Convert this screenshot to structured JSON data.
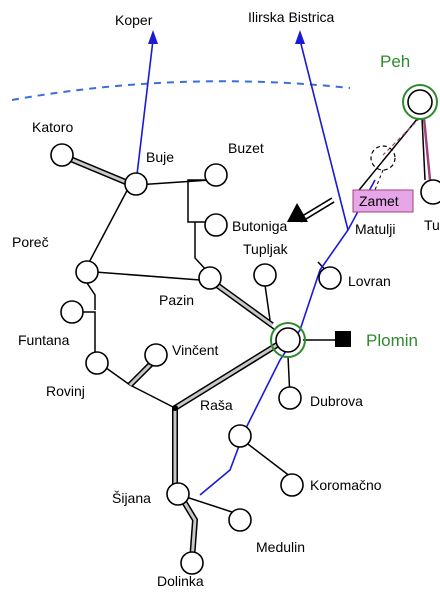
{
  "labels": {
    "koper": "Koper",
    "ilirska_bistrica": "Ilirska Bistrica",
    "peh": "Peh",
    "katoro": "Katoro",
    "buje": "Buje",
    "buzet": "Buzet",
    "butoniga": "Butoniga",
    "tupljak": "Tupljak",
    "porec": "Poreč",
    "pazin": "Pazin",
    "zamet": "Zamet",
    "tu": "Tu",
    "matulji": "Matulji",
    "lovran": "Lovran",
    "plomin": "Plomin",
    "funtana": "Funtana",
    "vincent": "Vinčent",
    "rovinj": "Rovinj",
    "rasa": "Raša",
    "dubrova": "Dubrova",
    "koromacno": "Koromačno",
    "sijana": "Šijana",
    "medulin": "Medulin",
    "dolinka": "Dolinka"
  },
  "colors": {
    "line": "#000000",
    "double_line_fill": "#c8c8c8",
    "blue_line": "#1a1ad6",
    "dashed_arc": "#3a6fd8",
    "green_station": "#2e8b2e",
    "zamet_fill": "#e6a6e8",
    "pink_line": "#a0437a"
  },
  "icons": {
    "generator_triangle": "triangle-icon",
    "plant_square": "square-icon"
  }
}
